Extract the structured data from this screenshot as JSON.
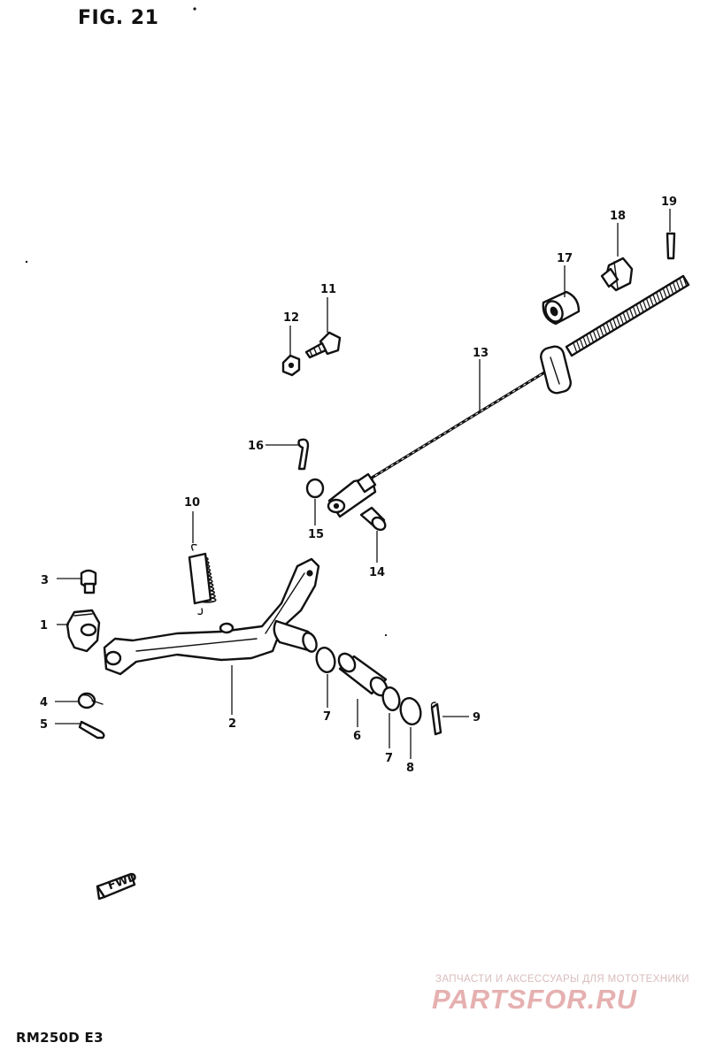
{
  "figure_title": "FIG. 21",
  "model_code": "RM250D E3",
  "watermark": {
    "tagline": "ЗАПЧАСТИ И АКСЕССУАРЫ ДЛЯ МОТОТЕХНИКИ",
    "brand": "PARTSFOR.RU"
  },
  "direction_arrow": "FWD",
  "callouts": [
    "1",
    "2",
    "3",
    "4",
    "5",
    "6",
    "7",
    "7",
    "8",
    "9",
    "10",
    "11",
    "12",
    "13",
    "14",
    "15",
    "16",
    "17",
    "18",
    "19"
  ]
}
